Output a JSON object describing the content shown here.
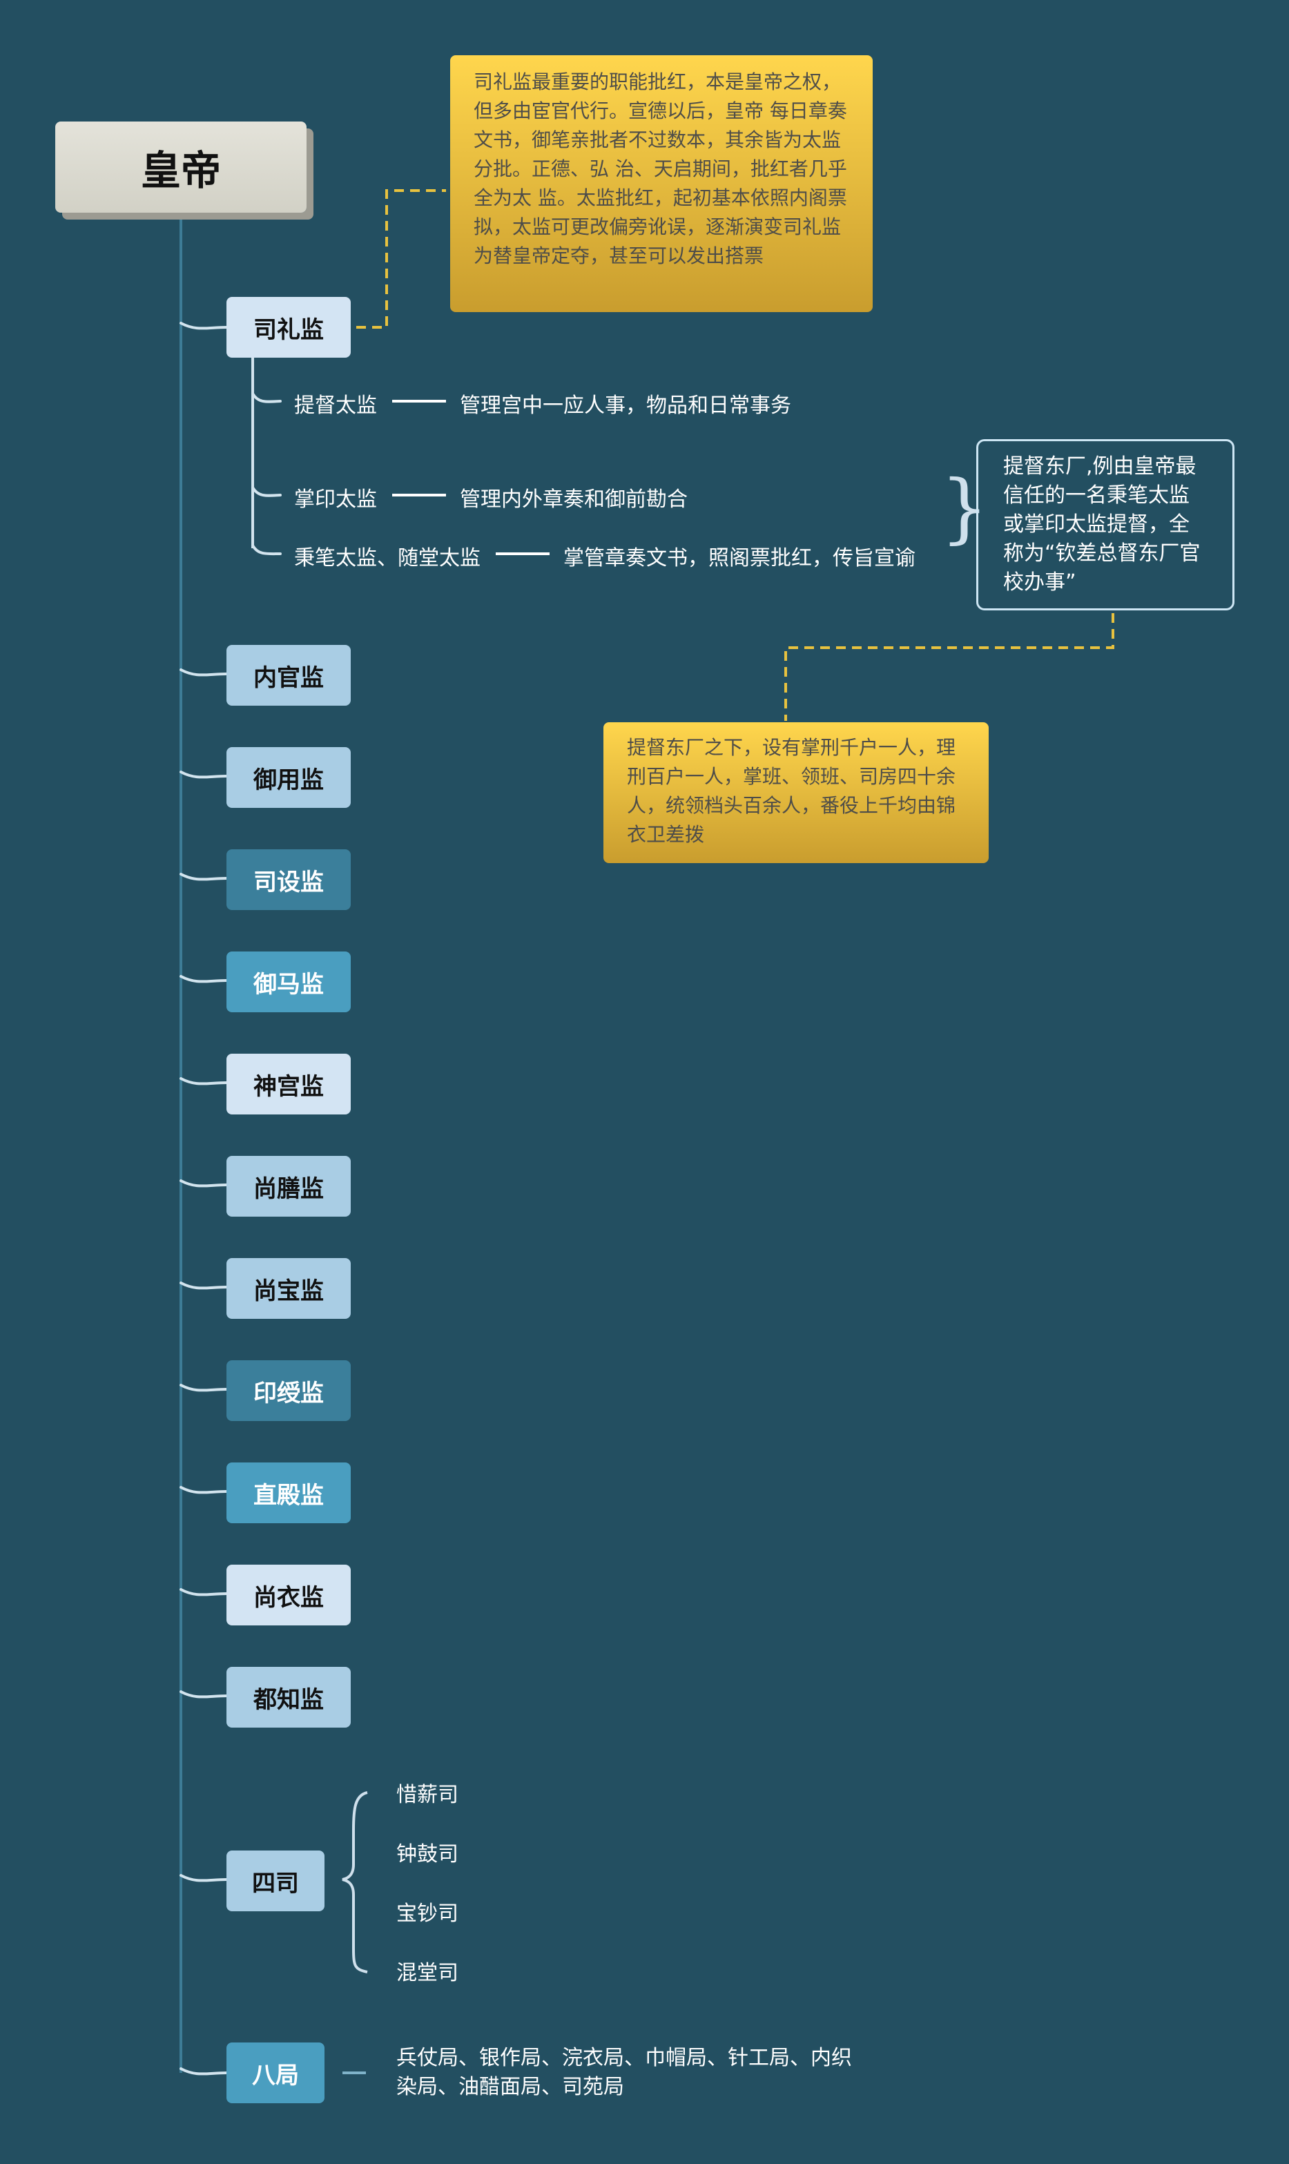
{
  "root": {
    "label": "皇帝"
  },
  "silijian": {
    "label": "司礼监",
    "note": "司礼监最重要的职能批红，本是皇帝之权，但多由宦官代行。宣德以后，皇帝 每日章奏文书，御笔亲批者不过数本，其余皆为太监分批。正德、弘 治、天启期间，批红者几乎全为太 监。太监批红，起初基本依照内阁票拟，太监可更改偏旁讹误，逐渐演变司礼监为替皇帝定夺，甚至可以发出搭票",
    "roles": [
      {
        "title": "提督太监",
        "duty": "管理宫中一应人事，物品和日常事务"
      },
      {
        "title": "掌印太监",
        "duty": "管理内外章奏和御前勘合"
      },
      {
        "title": "秉笔太监、随堂太监",
        "duty": "掌管章奏文书，照阁票批红，传旨宣谕"
      }
    ],
    "callout": "提督东厂,例由皇帝最信任的一名秉笔太监或掌印太监提督，全称为“钦差总督东厂官校办事”",
    "dongchang_note": "提督东厂之下，设有掌刑千户一人，理刑百户一人，掌班、领班、司房四十余人，统领档头百余人，番役上千均由锦衣卫差拨"
  },
  "departments": [
    {
      "label": "内官监"
    },
    {
      "label": "御用监"
    },
    {
      "label": "司设监"
    },
    {
      "label": "御马监"
    },
    {
      "label": "神宫监"
    },
    {
      "label": "尚膳监"
    },
    {
      "label": "尚宝监"
    },
    {
      "label": "印绶监"
    },
    {
      "label": "直殿监"
    },
    {
      "label": "尚衣监"
    },
    {
      "label": "都知监"
    }
  ],
  "sisi": {
    "label": "四司",
    "items": [
      "惜薪司",
      "钟鼓司",
      "宝钞司",
      "混堂司"
    ]
  },
  "baju": {
    "label": "八局",
    "text": "兵仗局、银作局、浣衣局、巾帽局、针工局、内织染局、油醋面局、司苑局"
  },
  "colors": {
    "background": "#234f61",
    "trunk_line": "#3d7c96",
    "branch_line": "#d2e4ee",
    "note_gold": "#ffd64d",
    "dash": "#e8c23f"
  }
}
